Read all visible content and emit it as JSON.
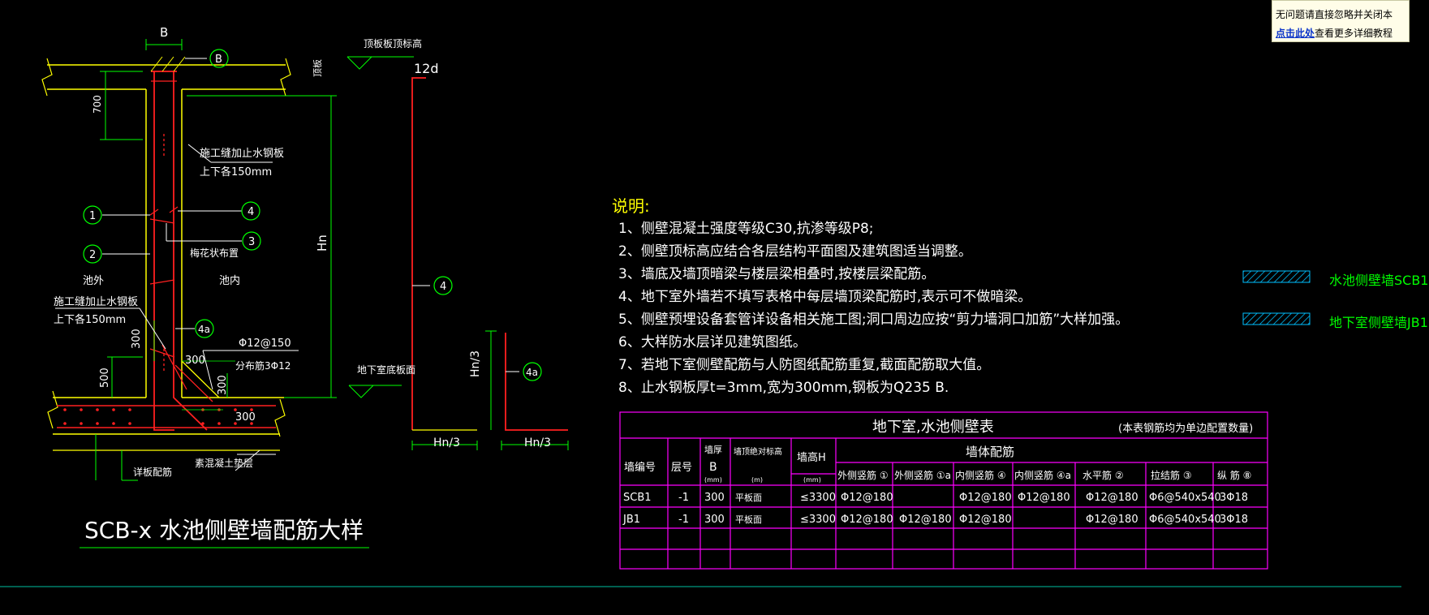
{
  "popup": {
    "line1": "无问题请直接忽略并关闭本",
    "link_text": "点击此处",
    "line2_rest": "查看更多详细教程"
  },
  "drawing": {
    "title": "SCB-x 水池侧壁墙配筋大样",
    "dim_B": "B",
    "marker_B": "B",
    "label_top_elev": "顶板板顶标高",
    "label_top_elev2": "顶板",
    "dim_700": "700",
    "label_waterstop_top": "施工缝加止水钢板",
    "label_waterstop_top2": "上下各150mm",
    "label_1": "1",
    "label_2": "2",
    "label_3": "3",
    "label_4": "4",
    "label_4a": "4a",
    "label_plum": "梅花状布置",
    "label_outside": "池外",
    "label_inside": "池内",
    "label_waterstop_bot": "施工缝加止水钢板",
    "label_waterstop_bot2": "上下各150mm",
    "dim_300_a": "300",
    "dim_300_b": "300",
    "dim_300_c": "300",
    "dim_300_d": "300",
    "dim_500": "500",
    "rebar_spec": "Φ12@150",
    "rebar_dist": "分布筋3Φ12",
    "label_hn": "Hn",
    "label_12d": "12d",
    "label_basement_floor": "地下室底板面",
    "label_hn3": "Hn/3",
    "label_hn3_b": "Hn/3",
    "label_hn3_c": "Hn/3",
    "label_raft": "详板配筋",
    "label_plain": "素混凝土垫层",
    "label_4_right": "4",
    "label_4a_right": "4a"
  },
  "notes": {
    "header": "说明:",
    "items": [
      "1、侧壁混凝土强度等级C30,抗渗等级P8;",
      "2、侧壁顶标高应结合各层结构平面图及建筑图适当调整。",
      "3、墙底及墙顶暗梁与楼层梁相叠时,按楼层梁配筋。",
      "4、地下室外墙若不填写表格中每层墙顶梁配筋时,表示可不做暗梁。",
      "5、侧壁预埋设备套管详设备相关施工图;洞口周边应按“剪力墙洞口加筋”大样加强。",
      "6、大样防水层详见建筑图纸。",
      "7、若地下室侧壁配筋与人防图纸配筋重复,截面配筋取大值。",
      "8、止水钢板厚t=3mm,宽为300mm,钢板为Q235 B."
    ]
  },
  "table": {
    "title": "地下室,水池侧壁表",
    "note": "(本表钢筋均为单边配置数量)",
    "group_header": "墙体配筋",
    "headers": {
      "wall_no": "墙编号",
      "floor": "层号",
      "thickness": "墙厚",
      "thickness_b": "B",
      "thickness_unit": "(mm)",
      "top_elev": "墙顶绝对标高",
      "top_elev_unit": "(m)",
      "height": "墙高H",
      "height_unit": "(mm)",
      "outer_vert": "外侧竖筋 ①",
      "outer_vert_a": "外侧竖筋 ①a",
      "inner_vert": "内侧竖筋 ④",
      "inner_vert_a": "内侧竖筋 ④a",
      "horizontal": "水平筋 ②",
      "tie": "拉结筋 ③",
      "longitudinal": "纵 筋 ⑧"
    },
    "rows": [
      [
        "SCB1",
        "-1",
        "300",
        "平板面",
        "≤3300",
        "Φ12@180",
        "",
        "Φ12@180",
        "Φ12@180",
        "Φ12@180",
        "Φ6@540x540",
        "3Φ18"
      ],
      [
        "JB1",
        "-1",
        "300",
        "平板面",
        "≤3300",
        "Φ12@180",
        "Φ12@180",
        "Φ12@180",
        "",
        "Φ12@180",
        "Φ6@540x540",
        "3Φ18"
      ],
      [
        "",
        "",
        "",
        "",
        "",
        "",
        "",
        "",
        "",
        "",
        "",
        ""
      ],
      [
        "",
        "",
        "",
        "",
        "",
        "",
        "",
        "",
        "",
        "",
        "",
        ""
      ]
    ]
  },
  "legend": {
    "item1": "水池侧壁墙SCB1",
    "item2": "地下室侧壁墙JB1"
  },
  "colors": {
    "background": "#000000",
    "green": "#00ff00",
    "red": "#ff2020",
    "yellow": "#ffff00",
    "magenta": "#ff00ff",
    "cyan": "#00c0ff",
    "white": "#ffffff"
  }
}
